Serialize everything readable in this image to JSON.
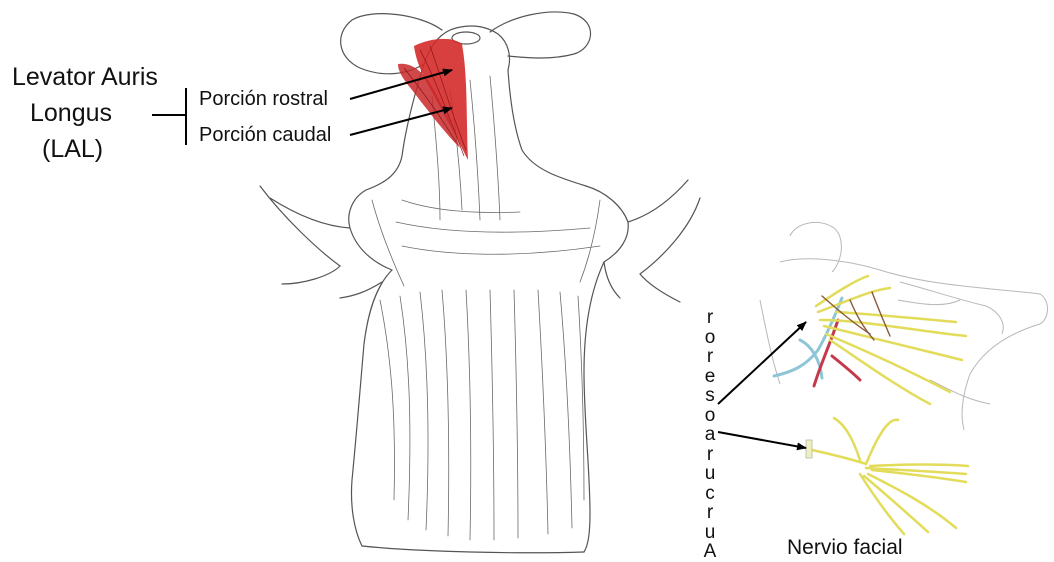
{
  "labels": {
    "lal_line_1": "Levator Auris",
    "lal_line_2": "Longus",
    "lal_line_3": "(LAL)",
    "portion_rostral": "Porción rostral",
    "portion_caudal": "Porción caudal",
    "vertical_label_chars": [
      "r",
      "o",
      "r",
      "e",
      "s",
      "o",
      "a",
      "r",
      "u",
      "c",
      "r",
      "u",
      "A"
    ],
    "nerve_caption": "Nervio facial"
  },
  "colors": {
    "muscle_red": "#d42a2a",
    "nerve_yellow": "#e2dc5a",
    "vessel_blue": "#8ec6d8",
    "vessel_red": "#c43a4a",
    "sketch_gray": "#555555",
    "faint_gray": "#b8b8b8",
    "arrow_black": "#000000"
  }
}
